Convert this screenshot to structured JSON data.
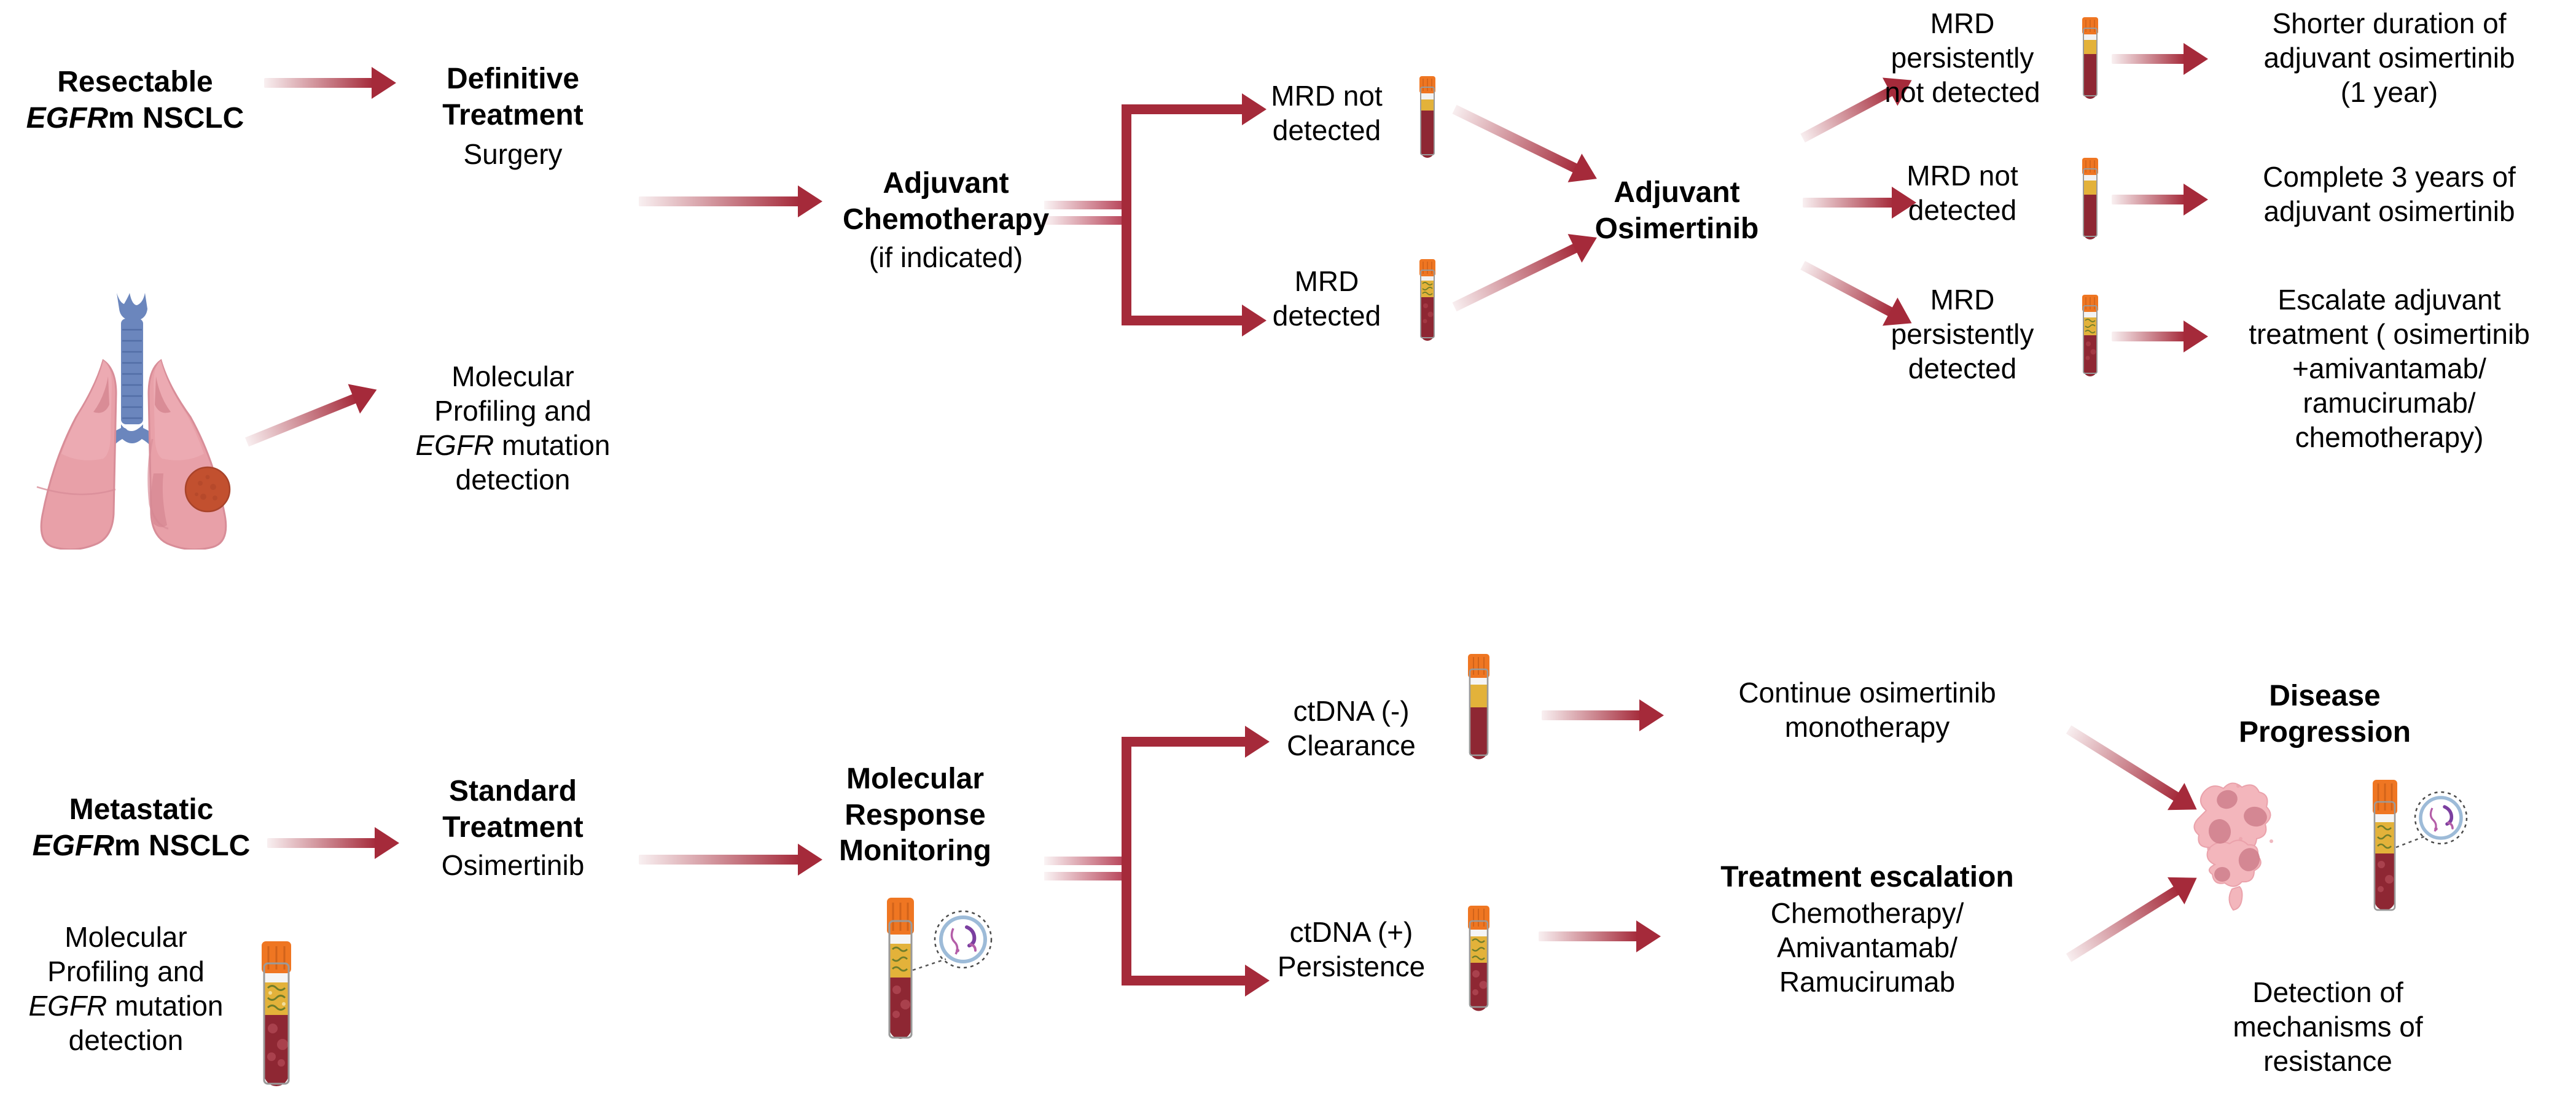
{
  "diagram": {
    "title": "ctDNA-guided management of EGFR-mutant NSCLC",
    "accent_color": "#a52a3a",
    "arrow_color": "#a52a3a",
    "background": "#ffffff"
  },
  "resectable_flow": {
    "start": {
      "line1": "Resectable",
      "line2_italic": "EGFR",
      "line2_rest": "m NSCLC"
    },
    "molecular_profiling": {
      "line1": "Molecular",
      "line2": "Profiling and",
      "line3_italic": "EGFR",
      "line3_rest": " mutation",
      "line4": "detection"
    },
    "definitive_treatment": {
      "line1": "Definitive",
      "line2": "Treatment",
      "sub": "Surgery"
    },
    "adjuvant_chemo": {
      "line1": "Adjuvant",
      "line2": "Chemotherapy",
      "sub": "(if indicated)"
    },
    "branch_mrd_not_detected": {
      "line1": "MRD not",
      "line2": "detected"
    },
    "branch_mrd_detected": {
      "line1": "MRD",
      "line2": "detected"
    },
    "adjuvant_osimertinib": {
      "line1": "Adjuvant",
      "line2": "Osimertinib"
    },
    "outcomes": [
      {
        "status_line1": "MRD",
        "status_line2": "persistently",
        "status_line3": "not detected",
        "action_line1": "Shorter duration of",
        "action_line2": "adjuvant osimertinib",
        "action_line3": "(1 year)",
        "tube": "plasma-clear"
      },
      {
        "status_line1": "MRD not",
        "status_line2": "detected",
        "status_line3": "",
        "action_line1": "Complete 3 years of",
        "action_line2": "adjuvant osimertinib",
        "action_line3": "",
        "tube": "plasma-clear"
      },
      {
        "status_line1": "MRD",
        "status_line2": "persistently",
        "status_line3": "detected",
        "action_line1": "Escalate adjuvant",
        "action_line2": "treatment ( osimertinib",
        "action_line3": "+amivantamab/",
        "action_line4": "ramucirumab/",
        "action_line5": "chemotherapy)",
        "tube": "plasma-ctdna"
      }
    ]
  },
  "metastatic_flow": {
    "start": {
      "line1": "Metastatic",
      "line2_italic": "EGFR",
      "line2_rest": "m NSCLC"
    },
    "molecular_profiling": {
      "line1": "Molecular",
      "line2": "Profiling and",
      "line3_italic": "EGFR",
      "line3_rest": " mutation",
      "line4": "detection"
    },
    "standard_treatment": {
      "line1": "Standard",
      "line2": "Treatment",
      "sub": "Osimertinib"
    },
    "molecular_response_monitoring": {
      "line1": "Molecular",
      "line2": "Response",
      "line3": "Monitoring"
    },
    "branch_ctdna_negative": {
      "line1": "ctDNA (-)",
      "line2": "Clearance"
    },
    "branch_ctdna_positive": {
      "line1": "ctDNA (+)",
      "line2": "Persistence"
    },
    "continue_mono": {
      "line1": "Continue osimertinib",
      "line2": "monotherapy"
    },
    "treatment_escalation": {
      "heading": "Treatment escalation",
      "line1": "Chemotherapy/",
      "line2": "Amivantamab/",
      "line3": "Ramucirumab"
    },
    "disease_progression": {
      "line1": "Disease",
      "line2": "Progression"
    },
    "resistance": {
      "line1": "Detection of",
      "line2": "mechanisms of",
      "line3": "resistance"
    }
  },
  "icons": {
    "lungs": "lungs-with-tumor-icon",
    "tube_plain": "blood-collection-tube-icon",
    "tube_ctdna": "blood-collection-tube-ctdna-icon",
    "tube_magnified": "blood-tube-with-dna-magnifier-icon",
    "tumor_cluster": "tumor-cell-cluster-icon"
  }
}
